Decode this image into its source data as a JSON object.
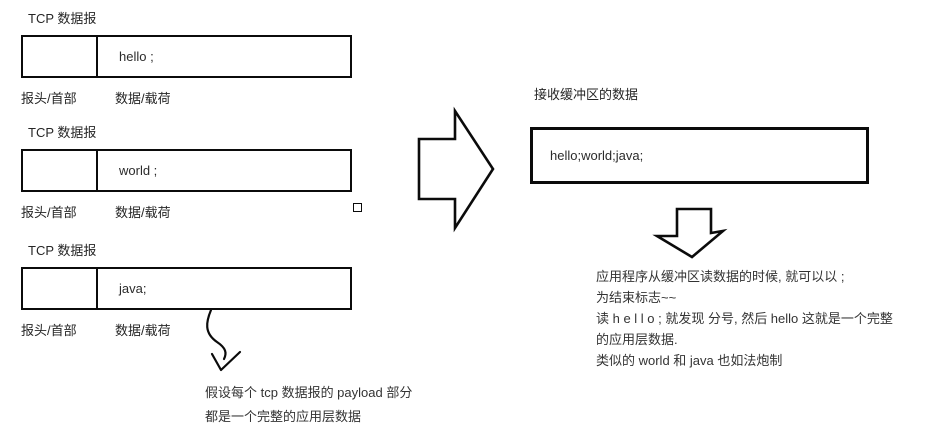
{
  "colors": {
    "ink": "#0b0b0b",
    "text": "#333333",
    "background": "#ffffff"
  },
  "datagrams": [
    {
      "title": "TCP 数据报",
      "payload": "hello ;",
      "header_label": "报头/首部",
      "data_label": "数据/载荷"
    },
    {
      "title": "TCP 数据报",
      "payload": "world ;",
      "header_label": "报头/首部",
      "data_label": "数据/载荷"
    },
    {
      "title": "TCP 数据报",
      "payload": "java;",
      "header_label": "报头/首部",
      "data_label": "数据/载荷"
    }
  ],
  "receive_buffer": {
    "label": "接收缓冲区的数据",
    "content": "hello;world;java;"
  },
  "payload_note": {
    "line1": "假设每个 tcp 数据报的 payload 部分",
    "line2": "都是一个完整的应用层数据"
  },
  "read_note": {
    "lines": [
      "应用程序从缓冲区读数据的时候, 就可以以 ;",
      "为结束标志~~",
      "读 h e l l o ; 就发现 分号, 然后 hello 这就是一个完整",
      "的应用层数据.",
      "类似的 world 和 java 也如法炮制"
    ]
  },
  "icons": {
    "flow_arrow": "right-block-arrow",
    "result_arrow": "down-block-arrow",
    "annotation_arrow": "curved-down-arrow",
    "marker": "small-square-marker"
  }
}
